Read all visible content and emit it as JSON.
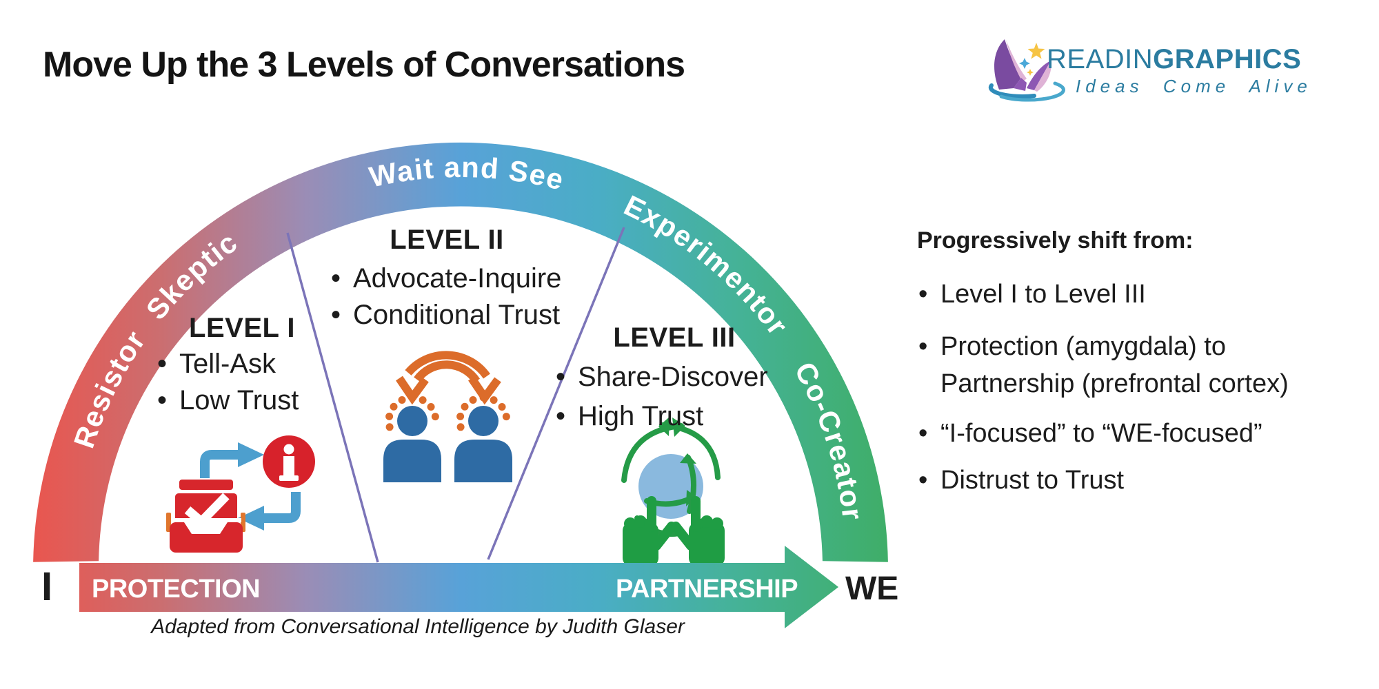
{
  "title": "Move Up the 3 Levels of Conversations",
  "logo": {
    "brand_light": "READIN",
    "brand_bold": "GRAPHICS",
    "tagline": "Ideas Come Alive",
    "icon": "readinggraphics-book-logo"
  },
  "arch": {
    "stage_labels": [
      "Resistor",
      "Skeptic",
      "Wait and See",
      "Experimentor",
      "Co-Creator"
    ]
  },
  "levels": [
    {
      "heading": "LEVEL I",
      "bullets": [
        "Tell-Ask",
        "Low Trust"
      ],
      "icon": "tell-ask-cycle-icon"
    },
    {
      "heading": "LEVEL II",
      "bullets": [
        "Advocate-Inquire",
        "Conditional Trust"
      ],
      "icon": "advocate-inquire-people-icon"
    },
    {
      "heading": "LEVEL III",
      "bullets": [
        "Share-Discover",
        "High Trust"
      ],
      "icon": "share-discover-globe-icon"
    }
  ],
  "axis": {
    "start": "I",
    "end": "WE",
    "left_zone": "PROTECTION",
    "right_zone": "PARTNERSHIP"
  },
  "caption": "Adapted from Conversational Intelligence by Judith Glaser",
  "panel": {
    "heading": "Progressively shift from:",
    "bullets": [
      "Level I to Level III",
      "Protection (amygdala) to Partnership (prefrontal cortex)",
      "“I-focused” to “WE-focused”",
      "Distrust to Trust"
    ]
  },
  "colors": {
    "spectrum": [
      "#e9564f",
      "#cb6e70",
      "#9a8db6",
      "#58a2d8",
      "#4aadc6",
      "#45b298",
      "#3fae68"
    ],
    "divider": "#7b74b8",
    "text": "#1c1c1c",
    "person_blue": "#2e6ba4",
    "accent_orange": "#dc6c2a",
    "icon_red": "#d7262c",
    "arrow_blue": "#4d9fce",
    "hand_green": "#1f9d44",
    "globe_blue": "#8ab9de",
    "brand_teal": "#2b7ca0",
    "logo_purple": "#7a4ba0"
  }
}
